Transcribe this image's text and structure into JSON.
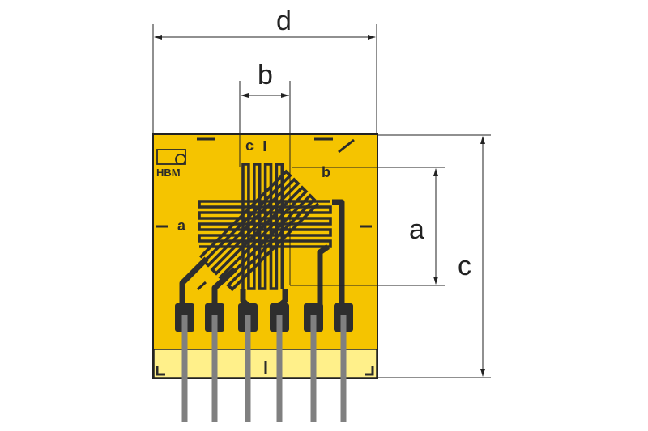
{
  "dimensions": {
    "d": "d",
    "b": "b",
    "a": "a",
    "c": "c"
  },
  "gauge": {
    "logo": "HBM",
    "grid_labels": {
      "c": "c",
      "b": "b",
      "a": "a"
    },
    "lead_count": 6
  },
  "colors": {
    "carrier": "#f5c400",
    "strip": "#fff08a",
    "foil": "#2e2e2e",
    "wire": "#808080",
    "line": "#222222"
  }
}
